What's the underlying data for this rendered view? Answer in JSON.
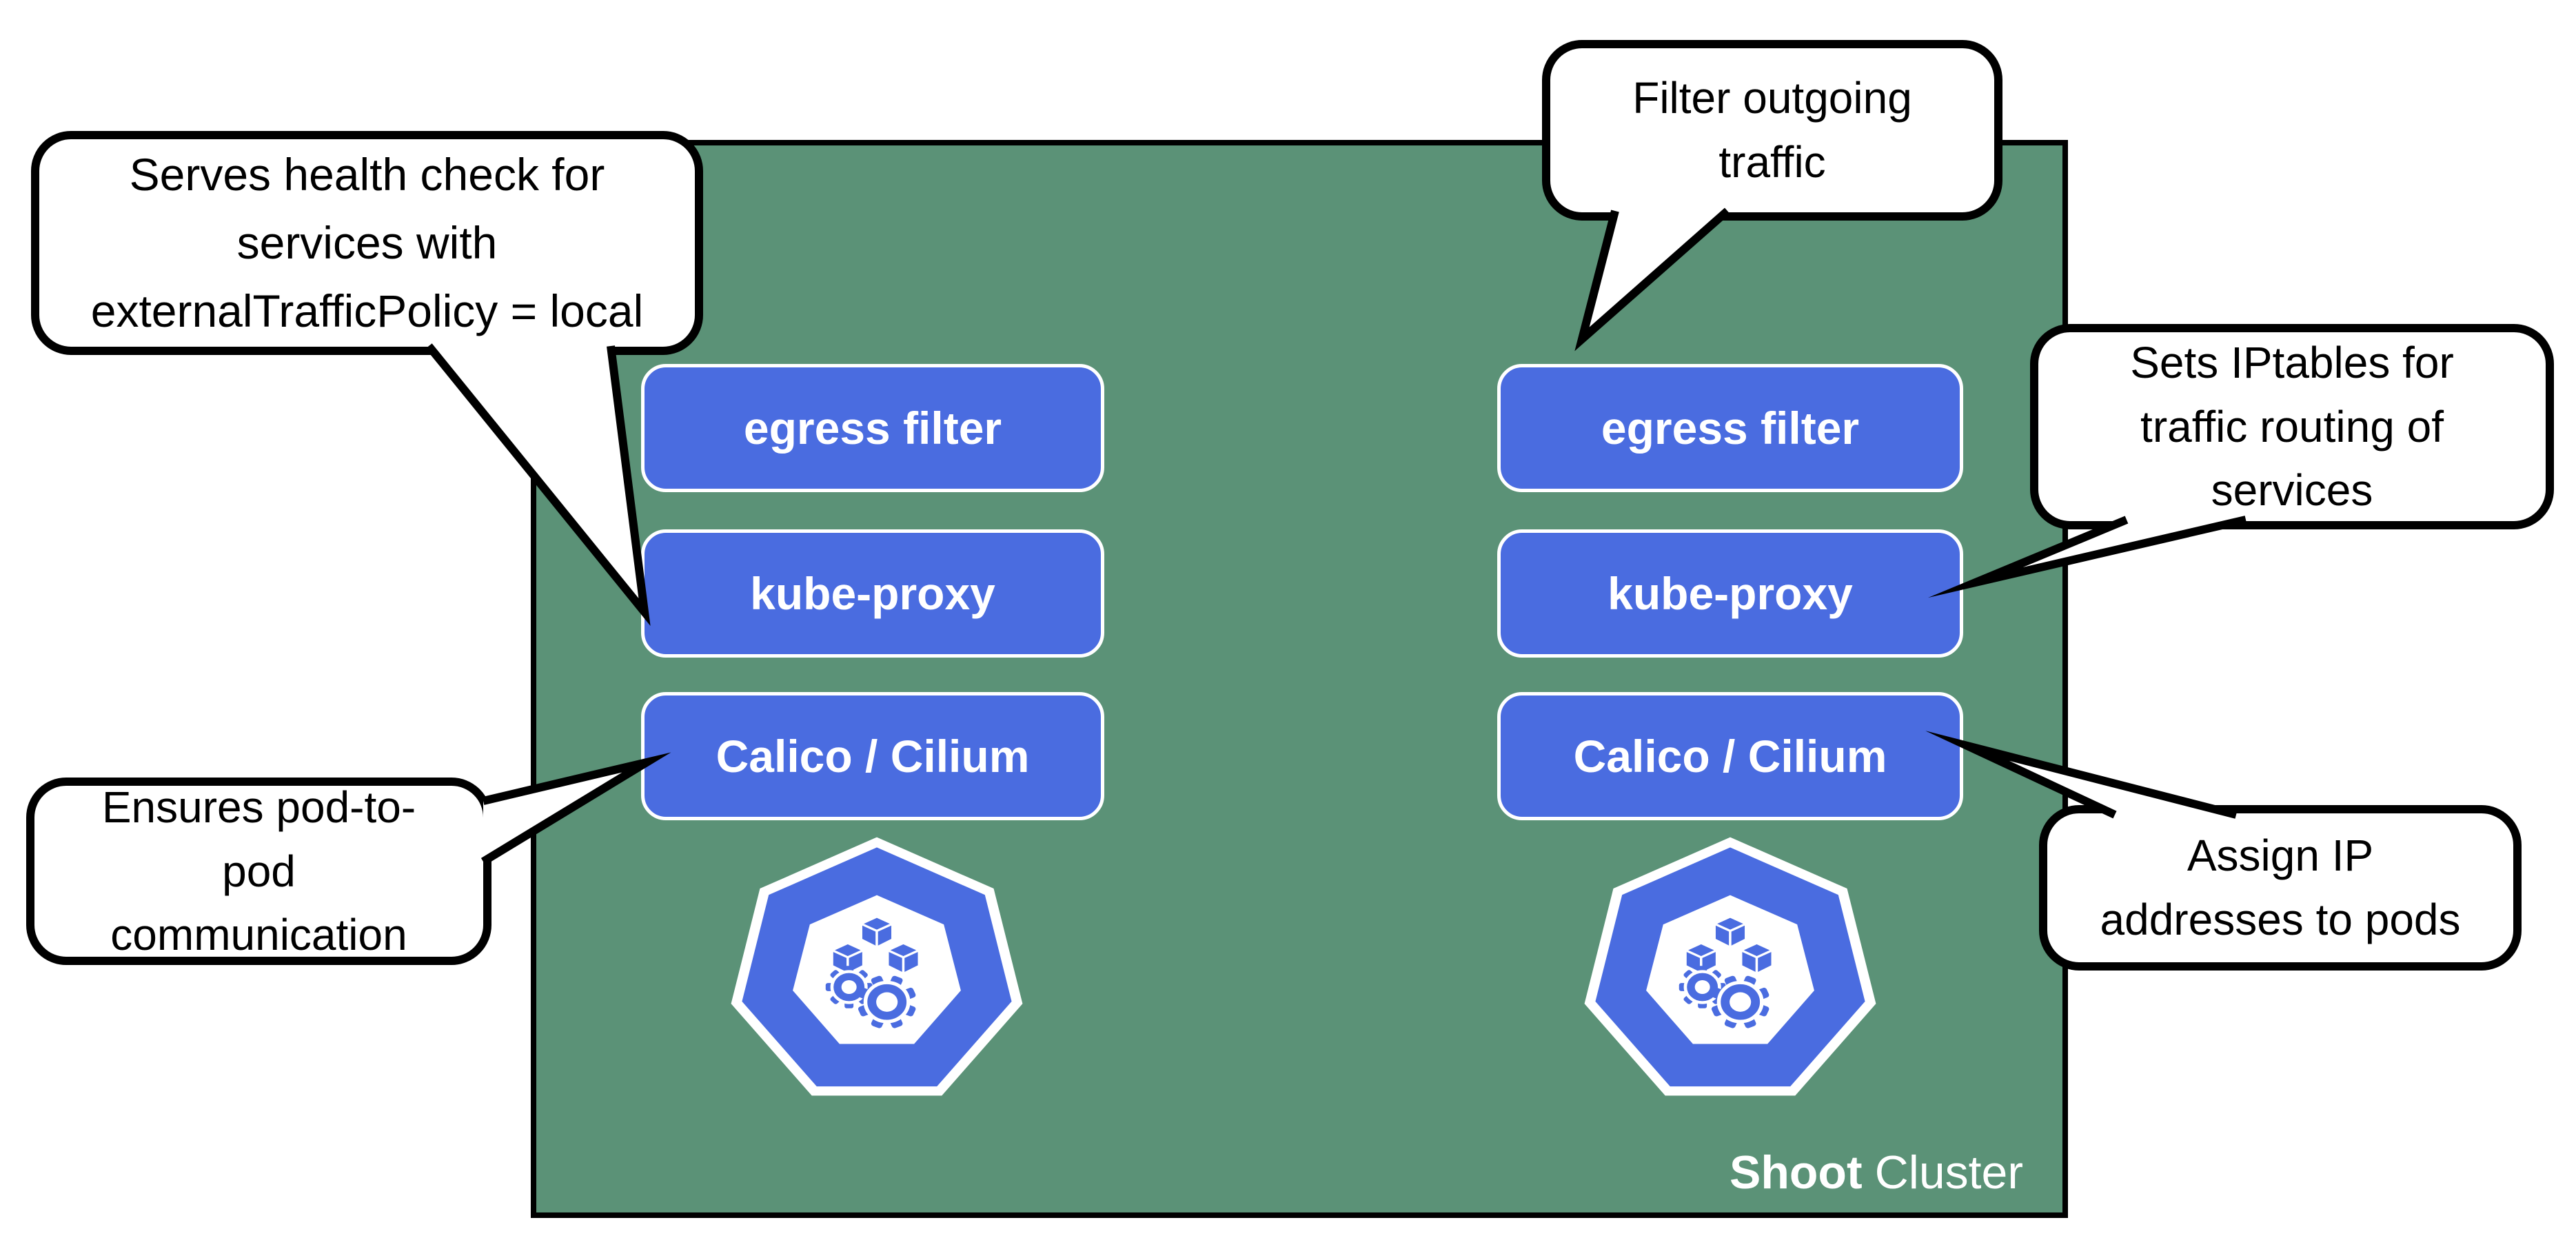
{
  "diagram": {
    "cluster": {
      "label_bold": "Shoot",
      "label_regular": "Cluster"
    },
    "nodes": [
      {
        "id": "worker-node-1",
        "icon": "kubernetes-node-icon",
        "components": [
          {
            "label": "egress filter"
          },
          {
            "label": "kube-proxy"
          },
          {
            "label": "Calico / Cilium"
          }
        ]
      },
      {
        "id": "worker-node-2",
        "icon": "kubernetes-node-icon",
        "components": [
          {
            "label": "egress filter"
          },
          {
            "label": "kube-proxy"
          },
          {
            "label": "Calico / Cilium"
          }
        ]
      }
    ],
    "callouts": [
      {
        "id": "serves-health-check",
        "lines": [
          "Serves health check for",
          "services with",
          "externalTrafficPolicy = local"
        ],
        "points_to": "worker-node-1 kube-proxy"
      },
      {
        "id": "filter-outgoing-traffic",
        "lines": [
          "Filter outgoing",
          "traffic"
        ],
        "points_to": "worker-node-2 egress filter"
      },
      {
        "id": "sets-iptables",
        "lines": [
          "Sets IPtables for",
          "traffic routing of",
          "services"
        ],
        "points_to": "worker-node-2 kube-proxy"
      },
      {
        "id": "ensures-pod-to-pod",
        "lines": [
          "Ensures pod-to-",
          "pod",
          "communication"
        ],
        "points_to": "worker-node-1 Calico / Cilium"
      },
      {
        "id": "assign-ip-addresses",
        "lines": [
          "Assign IP",
          "addresses to pods"
        ],
        "points_to": "worker-node-2 Calico / Cilium"
      }
    ],
    "colors": {
      "component_blue": "#4a6ce0",
      "cluster_green": "#5b9277",
      "callout_bg": "#ffffff",
      "outline": "#000000",
      "text_on_blue": "#ffffff"
    }
  }
}
